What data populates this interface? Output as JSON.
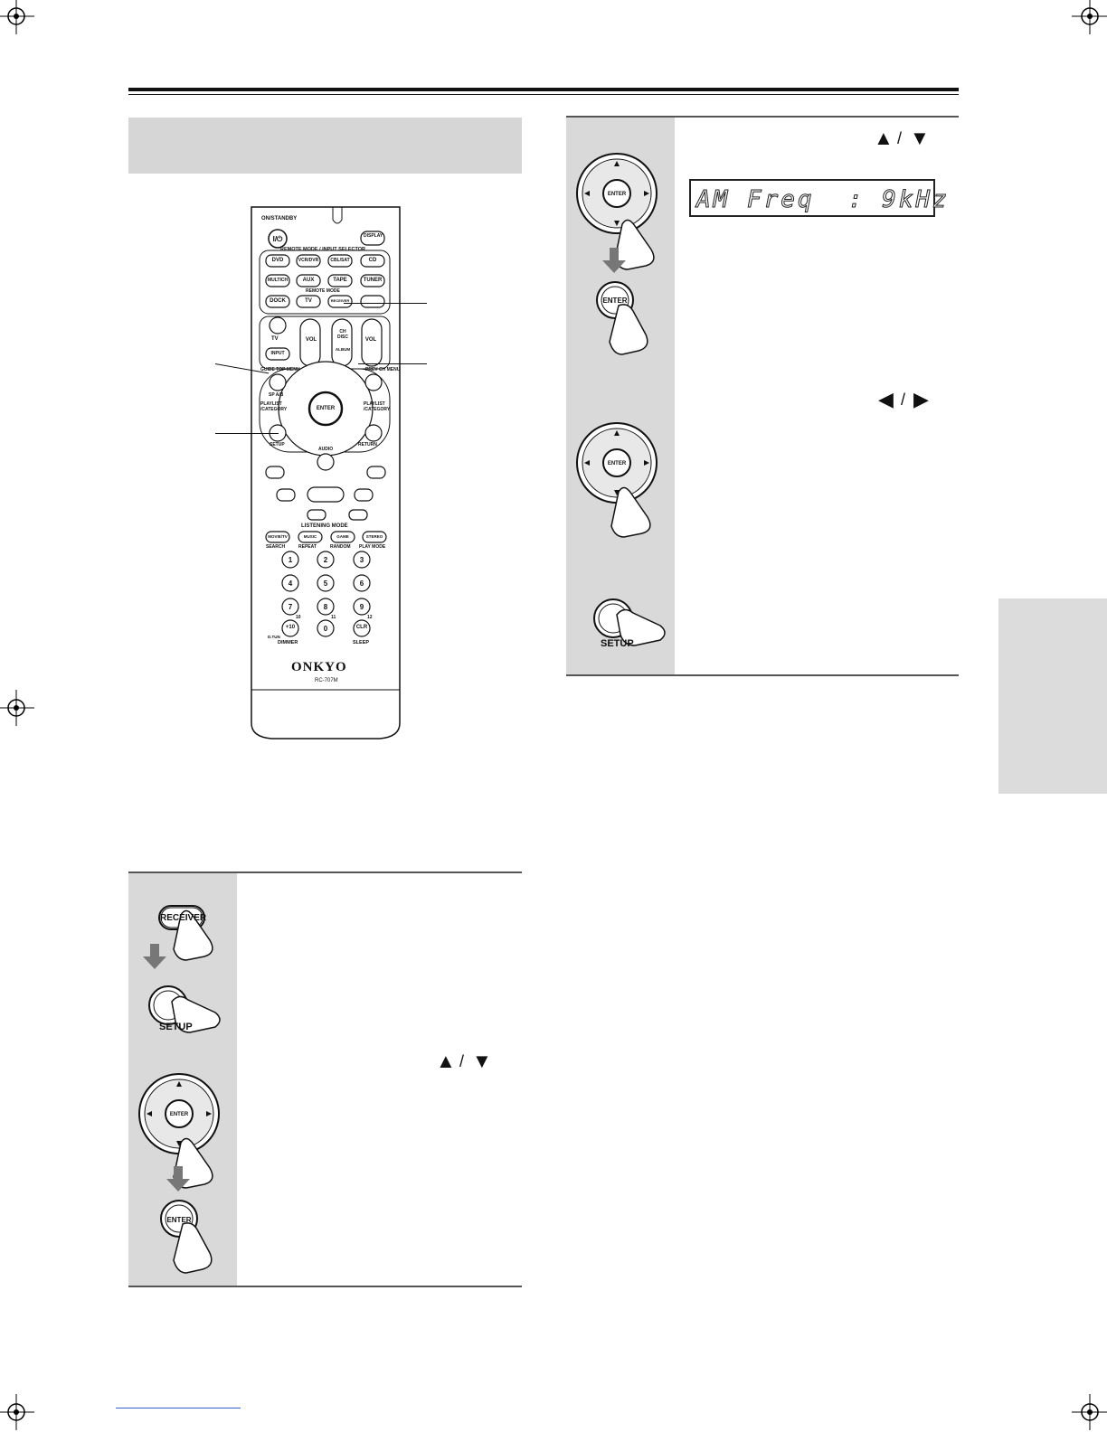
{
  "remote": {
    "on_standby": "ON/STANDBY",
    "display": "DISPLAY",
    "input_selector_header": "REMOTE MODE / INPUT SELECTOR",
    "row1": [
      "DVD",
      "VCR/DVR",
      "CBL/SAT",
      "CD"
    ],
    "row2": [
      "MULTICH",
      "AUX",
      "TAPE",
      "TUNER"
    ],
    "row3": [
      "DOCK",
      "TV",
      "RECEIVER"
    ],
    "remote_mode_header": "REMOTE MODE",
    "tv_label": "TV",
    "input_label": "INPUT",
    "vol_label": "VOL",
    "ch_disc_label": "CH DISC",
    "album_label": "ALBUM",
    "guide_topmenu": "GUIDE TOP MENU",
    "prev_ch_menu": "PREV CH MENU",
    "sp_ab": "SP A/B",
    "playlist_left": "PLAYLIST /CATEGORY",
    "playlist_right": "PLAYLIST /CATEGORY",
    "enter": "ENTER",
    "setup": "SETUP",
    "return": "RETURN",
    "audio": "AUDIO",
    "listening_mode": "LISTENING MODE",
    "lm_buttons": [
      "MOVIE/TV",
      "MUSIC",
      "GAME",
      "STEREO"
    ],
    "lm_labels": [
      "SEARCH",
      "REPEAT",
      "RANDOM",
      "PLAY MODE"
    ],
    "numbers": [
      "1",
      "2",
      "3",
      "4",
      "5",
      "6",
      "7",
      "8",
      "9",
      "+10",
      "0",
      "CLR"
    ],
    "num_sub": [
      "10",
      "11",
      "12"
    ],
    "dimmer": "DIMMER",
    "sleep": "SLEEP",
    "d_tun": "D.TUN",
    "brand": "ONKYO",
    "model": "RC-707M"
  },
  "steps": {
    "receiver_button": "RECEIVER",
    "setup_label": "SETUP",
    "enter_label": "ENTER"
  },
  "arrows": {
    "up": "▲",
    "down": "▼",
    "left": "◀",
    "right": "▶",
    "slash": "/"
  },
  "lcd": {
    "text": "AM Freq  : 9kHz"
  }
}
